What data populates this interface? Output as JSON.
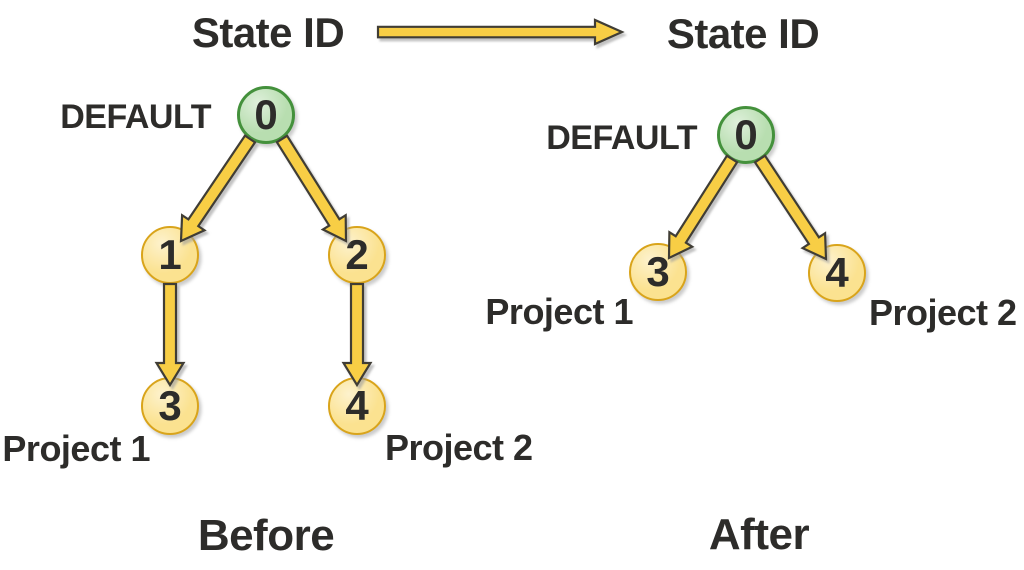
{
  "header": {
    "state_id_left": "State ID",
    "state_id_right": "State ID"
  },
  "before": {
    "caption": "Before",
    "default_label": "DEFAULT",
    "node0": "0",
    "node1": "1",
    "node2": "2",
    "node3": "3",
    "node4": "4",
    "project1_label": "Project 1",
    "project2_label": "Project 2",
    "edges": [
      "0-1",
      "0-2",
      "1-3",
      "2-4"
    ]
  },
  "after": {
    "caption": "After",
    "default_label": "DEFAULT",
    "node0": "0",
    "node3": "3",
    "node4": "4",
    "project1_label": "Project 1",
    "project2_label": "Project 2",
    "edges": [
      "0-3",
      "0-4"
    ]
  },
  "colors": {
    "text": "#2d2c2a",
    "root_node_fill": "#b8deb0",
    "root_node_border": "#44913c",
    "child_node_fill": "#fbe290",
    "child_node_border": "#d9a41b",
    "arrow_fill": "#f8ce45",
    "arrow_outline": "#3f3d35",
    "arrow_shadow": "#9a9a9a"
  }
}
